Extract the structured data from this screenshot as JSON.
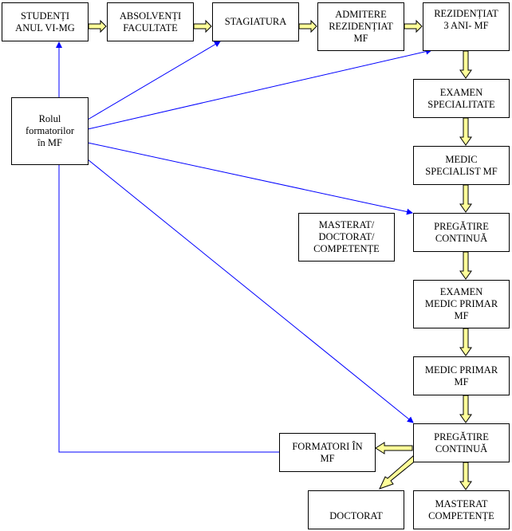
{
  "diagram": {
    "colors": {
      "arrow_fill": "#ffff99",
      "arrow_stroke": "#000000",
      "link": "#0000ff",
      "box_border": "#000000"
    },
    "boxes": {
      "studenti": "STUDENȚI\nANUL VI-MG",
      "absolventi": "ABSOLVENȚI\nFACULTATE",
      "stagiatura": "STAGIATURA",
      "admitere": "ADMITERE\nREZIDENȚIAT\nMF",
      "rezidentiat": "REZIDENȚIAT\n3 ANI- MF",
      "rolul": "Rolul\nformatorilor\nîn MF",
      "examen_specialitate": "EXAMEN\nSPECIALITATE",
      "medic_specialist": "MEDIC\nSPECIALIST MF",
      "masterat_doctorat": "MASTERAT/\nDOCTORAT/\nCOMPETENȚE",
      "pregatire_1": "PREGĂTIRE\nCONTINUĂ",
      "examen_medic_primar": "EXAMEN\nMEDIC PRIMAR\nMF",
      "medic_primar": "MEDIC PRIMAR\nMF",
      "pregatire_2": "PREGĂTIRE\nCONTINUĂ",
      "formatori": "FORMATORI ÎN\nMF",
      "doctorat": "\nDOCTORAT",
      "masterat_competente": "MASTERAT\nCOMPETENȚE"
    },
    "flow": [
      [
        "studenti",
        "absolventi"
      ],
      [
        "absolventi",
        "stagiatura"
      ],
      [
        "stagiatura",
        "admitere"
      ],
      [
        "admitere",
        "rezidentiat"
      ],
      [
        "rezidentiat",
        "examen_specialitate"
      ],
      [
        "examen_specialitate",
        "medic_specialist"
      ],
      [
        "medic_specialist",
        "pregatire_1"
      ],
      [
        "pregatire_1",
        "examen_medic_primar"
      ],
      [
        "examen_medic_primar",
        "medic_primar"
      ],
      [
        "medic_primar",
        "pregatire_2"
      ],
      [
        "pregatire_2",
        "formatori"
      ],
      [
        "pregatire_2",
        "doctorat"
      ],
      [
        "pregatire_2",
        "masterat_competente"
      ]
    ],
    "links": [
      [
        "rolul",
        "studenti"
      ],
      [
        "rolul",
        "stagiatura"
      ],
      [
        "rolul",
        "rezidentiat"
      ],
      [
        "rolul",
        "pregatire_1"
      ],
      [
        "rolul",
        "pregatire_2"
      ],
      [
        "formatori",
        "rolul"
      ]
    ]
  }
}
